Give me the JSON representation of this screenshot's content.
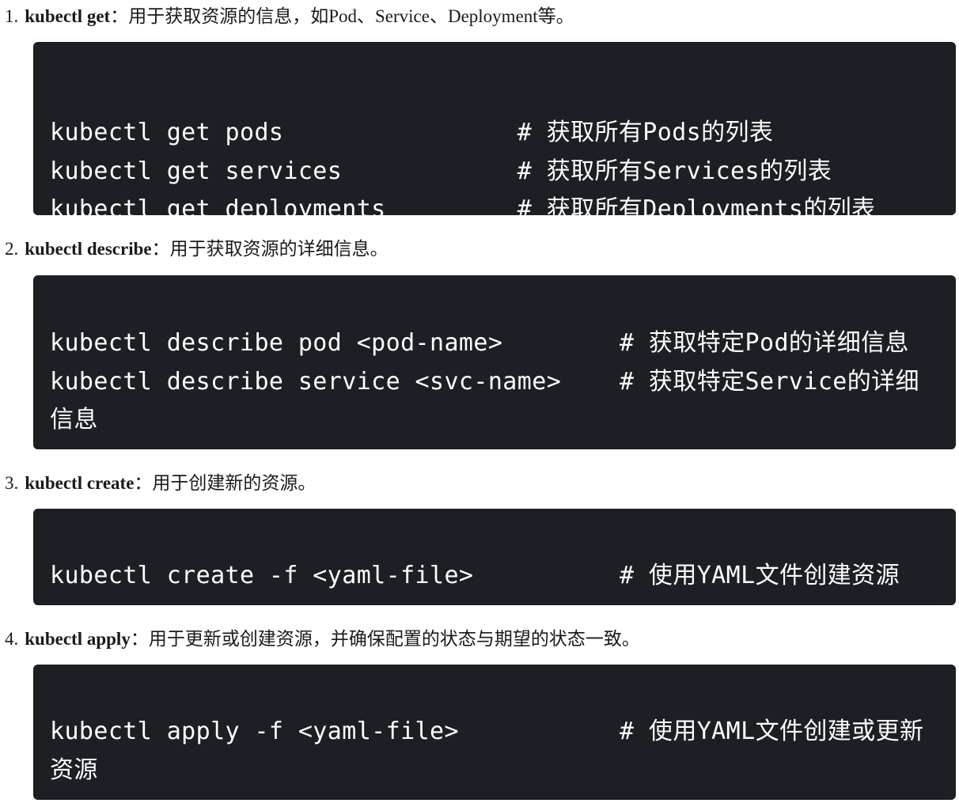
{
  "items": [
    {
      "number": "1.",
      "command": "kubectl get",
      "description": "：用于获取资源的信息，如Pod、Service、Deployment等。",
      "code_lines": [
        "kubectl get pods                # 获取所有Pods的列表",
        "kubectl get services            # 获取所有Services的列表",
        "kubectl get deployments         # 获取所有Deployments的列表"
      ]
    },
    {
      "number": "2.",
      "command": "kubectl describe",
      "description": "：用于获取资源的详细信息。",
      "code_lines": [
        "kubectl describe pod <pod-name>        # 获取特定Pod的详细信息",
        "kubectl describe service <svc-name>    # 获取特定Service的详细信息"
      ]
    },
    {
      "number": "3.",
      "command": "kubectl create",
      "description": "：用于创建新的资源。",
      "code_lines": [
        "kubectl create -f <yaml-file>          # 使用YAML文件创建资源"
      ]
    },
    {
      "number": "4.",
      "command": "kubectl apply",
      "description": "：用于更新或创建资源，并确保配置的状态与期望的状态一致。",
      "code_lines": [
        "kubectl apply -f <yaml-file>           # 使用YAML文件创建或更新资源"
      ]
    }
  ]
}
